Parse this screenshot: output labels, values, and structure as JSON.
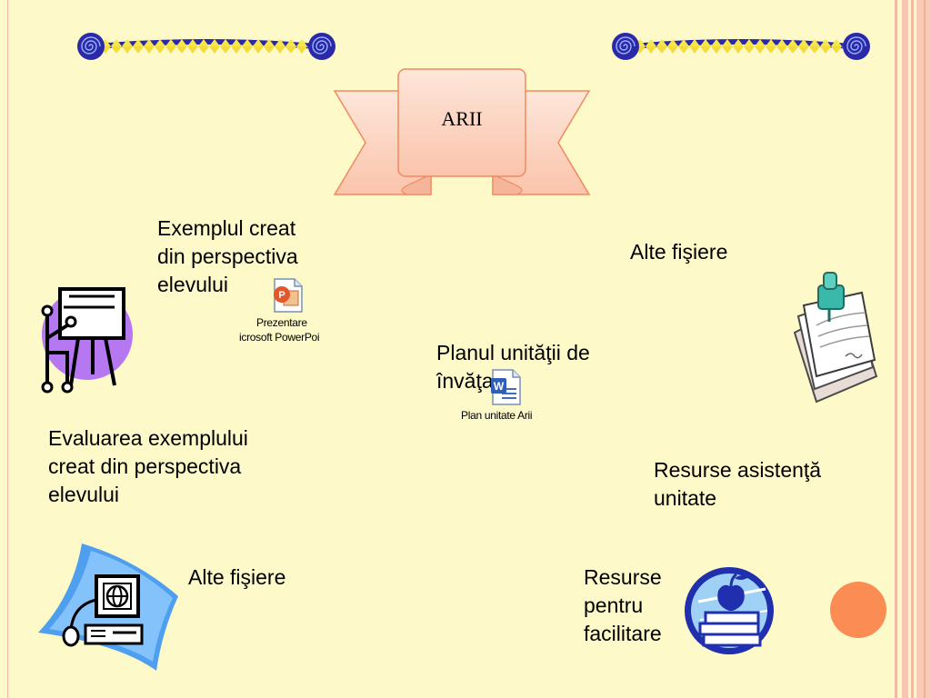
{
  "slide": {
    "title": "ARII",
    "labels": {
      "exemplul": "Exemplul creat\ndin perspectiva\nelevului",
      "alte_fisiere_top": "Alte fişiere",
      "planul": "Planul unităţii de\nînvăţare",
      "evaluarea": "Evaluarea exemplului\ncreat din perspectiva\nelevului",
      "resurse_asistenta": "Resurse asistenţă\nunitate",
      "alte_fisiere_bottom": "Alte fişiere",
      "resurse_facilitare": "Resurse\npentru\nfacilitare"
    },
    "attachments": {
      "powerpoint_line1": "Prezentare",
      "powerpoint_line2": "icrosoft PowerPoi",
      "word": "Plan unitate   Arii"
    }
  },
  "colors": {
    "background": "#fdf9c8",
    "accent_orange": "#fb8d54",
    "border_pink": "#f4b9a4",
    "banner_fill": "#fcd3c0",
    "banner_stroke": "#f08a5c",
    "spiral_blue": "#2a2aa8",
    "zigzag_yellow": "#f6e64a"
  },
  "icons": [
    "spiral-zigzag-icon",
    "banner-ribbon-icon",
    "presentation-easel-icon",
    "powerpoint-file-icon",
    "word-file-icon",
    "clipboard-papers-icon",
    "computer-globe-icon",
    "books-apple-icon"
  ]
}
